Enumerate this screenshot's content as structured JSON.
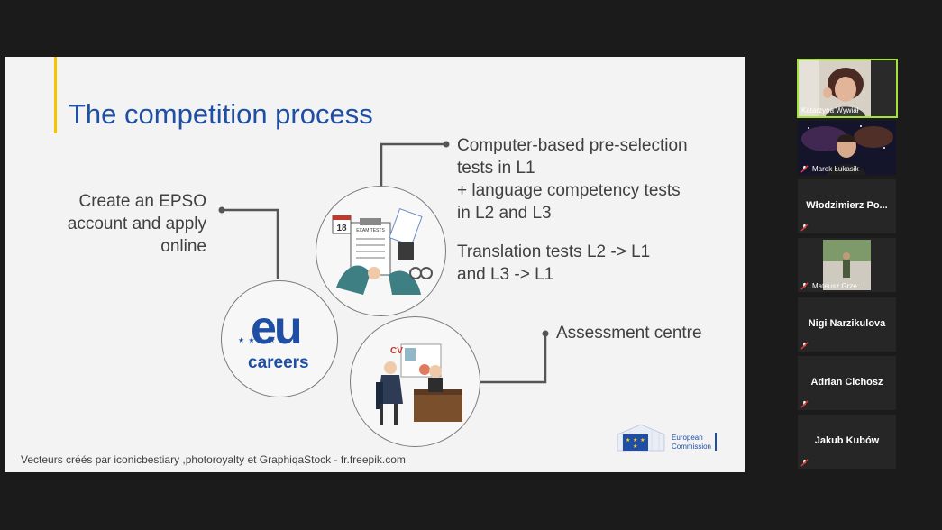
{
  "slide": {
    "title": "The competition process",
    "step1": [
      "Create an EPSO",
      "account and apply",
      "online"
    ],
    "step2": [
      "Computer-based pre-selection",
      "tests in L1",
      "+ language competency tests",
      "in L2 and L3"
    ],
    "step3": [
      "Translation tests L2 -> L1",
      "and L3 -> L1"
    ],
    "step4": "Assessment centre",
    "eu_logo": {
      "word": "eu",
      "sub": "careers"
    },
    "tests_sheet_label": "EXAM TESTS",
    "calendar_day": "18",
    "cv_label": "CV",
    "credit": "Vecteurs créés par iconicbestiary ,photoroyalty et GraphiqaStock - fr.freepik.com",
    "ec_logo": {
      "line1": "European",
      "line2": "Commission"
    },
    "colors": {
      "accent": "#f5c400",
      "title": "#1f4fa4",
      "connector": "#555555"
    }
  },
  "participants": [
    {
      "name": "Katarzyna Wywiał",
      "video": true,
      "active": true,
      "muted": false
    },
    {
      "name": "Marek Łukasik",
      "video": true,
      "active": false,
      "muted": true
    },
    {
      "name": "Włodzimierz Po...",
      "video": false,
      "active": false,
      "muted": true
    },
    {
      "name": "Mateusz Grze...",
      "video": true,
      "active": false,
      "muted": true
    },
    {
      "name": "Nigi Narzikulova",
      "video": false,
      "active": false,
      "muted": true
    },
    {
      "name": "Adrian Cichosz",
      "video": false,
      "active": false,
      "muted": true
    },
    {
      "name": "Jakub Kubów",
      "video": false,
      "active": false,
      "muted": true
    }
  ],
  "icons": {
    "muted": "mic-muted-icon"
  }
}
